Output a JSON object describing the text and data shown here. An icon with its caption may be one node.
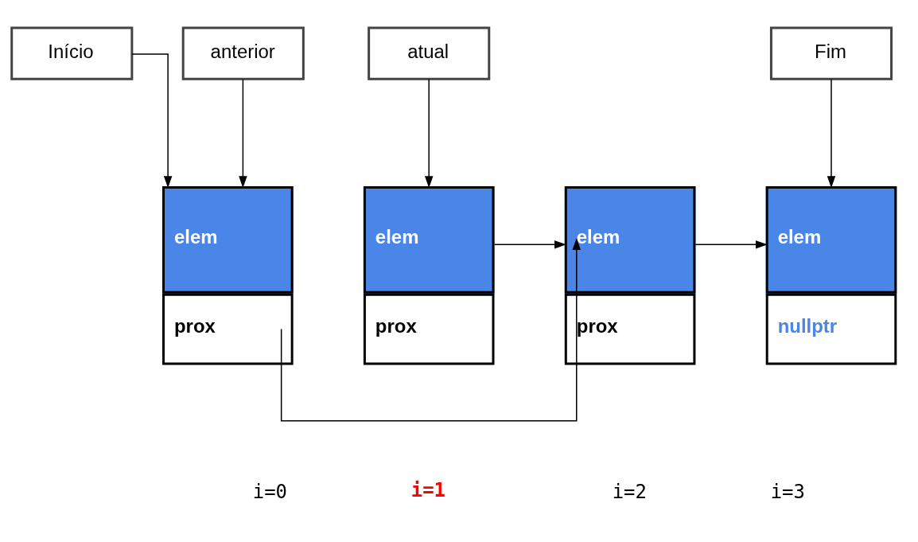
{
  "diagram": {
    "nodes": [
      {
        "text": [
          "Início"
        ]
      },
      {
        "text": [
          "anterior"
        ]
      },
      {
        "text": [
          "atual"
        ]
      },
      {
        "text": [
          "Fim"
        ]
      },
      {
        "text": [
          "elem",
          "prox"
        ]
      },
      {
        "text": [
          "elem",
          "prox"
        ]
      },
      {
        "text": [
          "elem",
          "prox"
        ]
      },
      {
        "text": [
          "elem",
          "nullptr"
        ]
      }
    ],
    "edges": [
      {
        "from": 0,
        "to": 4,
        "arrow": "to"
      },
      {
        "from": 1,
        "to": 4,
        "arrow": "to"
      },
      {
        "from": 2,
        "to": 5,
        "arrow": "to"
      },
      {
        "from": 3,
        "to": 7,
        "arrow": "to"
      },
      {
        "from": 4,
        "to": 6,
        "arrow": "to"
      },
      {
        "from": 5,
        "to": 6,
        "arrow": "to"
      },
      {
        "from": 6,
        "to": 7,
        "arrow": "to"
      }
    ],
    "labels": [
      "i=0",
      "i=1",
      "i=2",
      "i=3"
    ]
  }
}
